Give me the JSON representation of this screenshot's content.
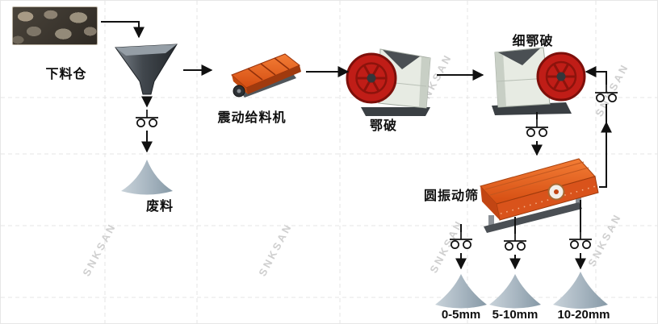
{
  "watermark": {
    "text": "SNKSAN"
  },
  "flow": {
    "hopper": {
      "label": "下料仓"
    },
    "waste": {
      "label": "废料"
    },
    "feeder": {
      "label": "震动给料机"
    },
    "jaw_crusher": {
      "label": "鄂破"
    },
    "fine_jaw_crusher": {
      "label": "细鄂破"
    },
    "vibrating_screen": {
      "label": "圆振动筛"
    },
    "products": [
      {
        "label": "0-5mm"
      },
      {
        "label": "5-10mm"
      },
      {
        "label": "10-20mm"
      }
    ]
  },
  "colors": {
    "machine_orange": "#e85a1e",
    "flywheel_red": "#c01d17",
    "pile_gray": "#a9b7c2",
    "hopper_gray": "#3d4349",
    "line_black": "#111111",
    "watermark_gray": "#c7c7c7",
    "grid_gray": "#e4e4e4"
  }
}
